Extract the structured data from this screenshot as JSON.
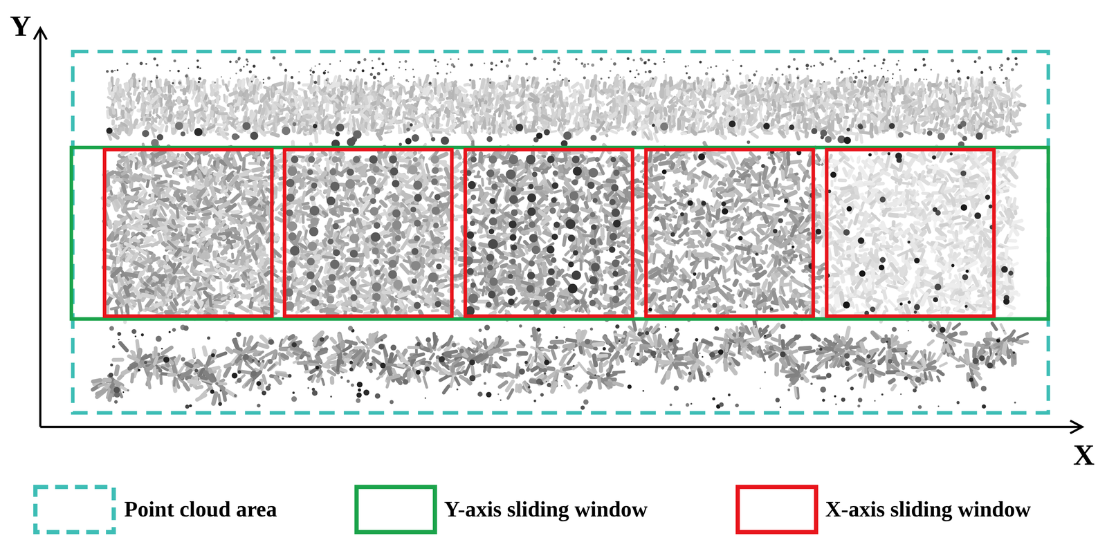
{
  "diagram": {
    "labels": [
      "Y",
      "X"
    ],
    "legend": [
      {
        "text": "Point cloud area"
      },
      {
        "text": "Y-axis sliding window"
      },
      {
        "text": "X-axis sliding window"
      }
    ]
  }
}
